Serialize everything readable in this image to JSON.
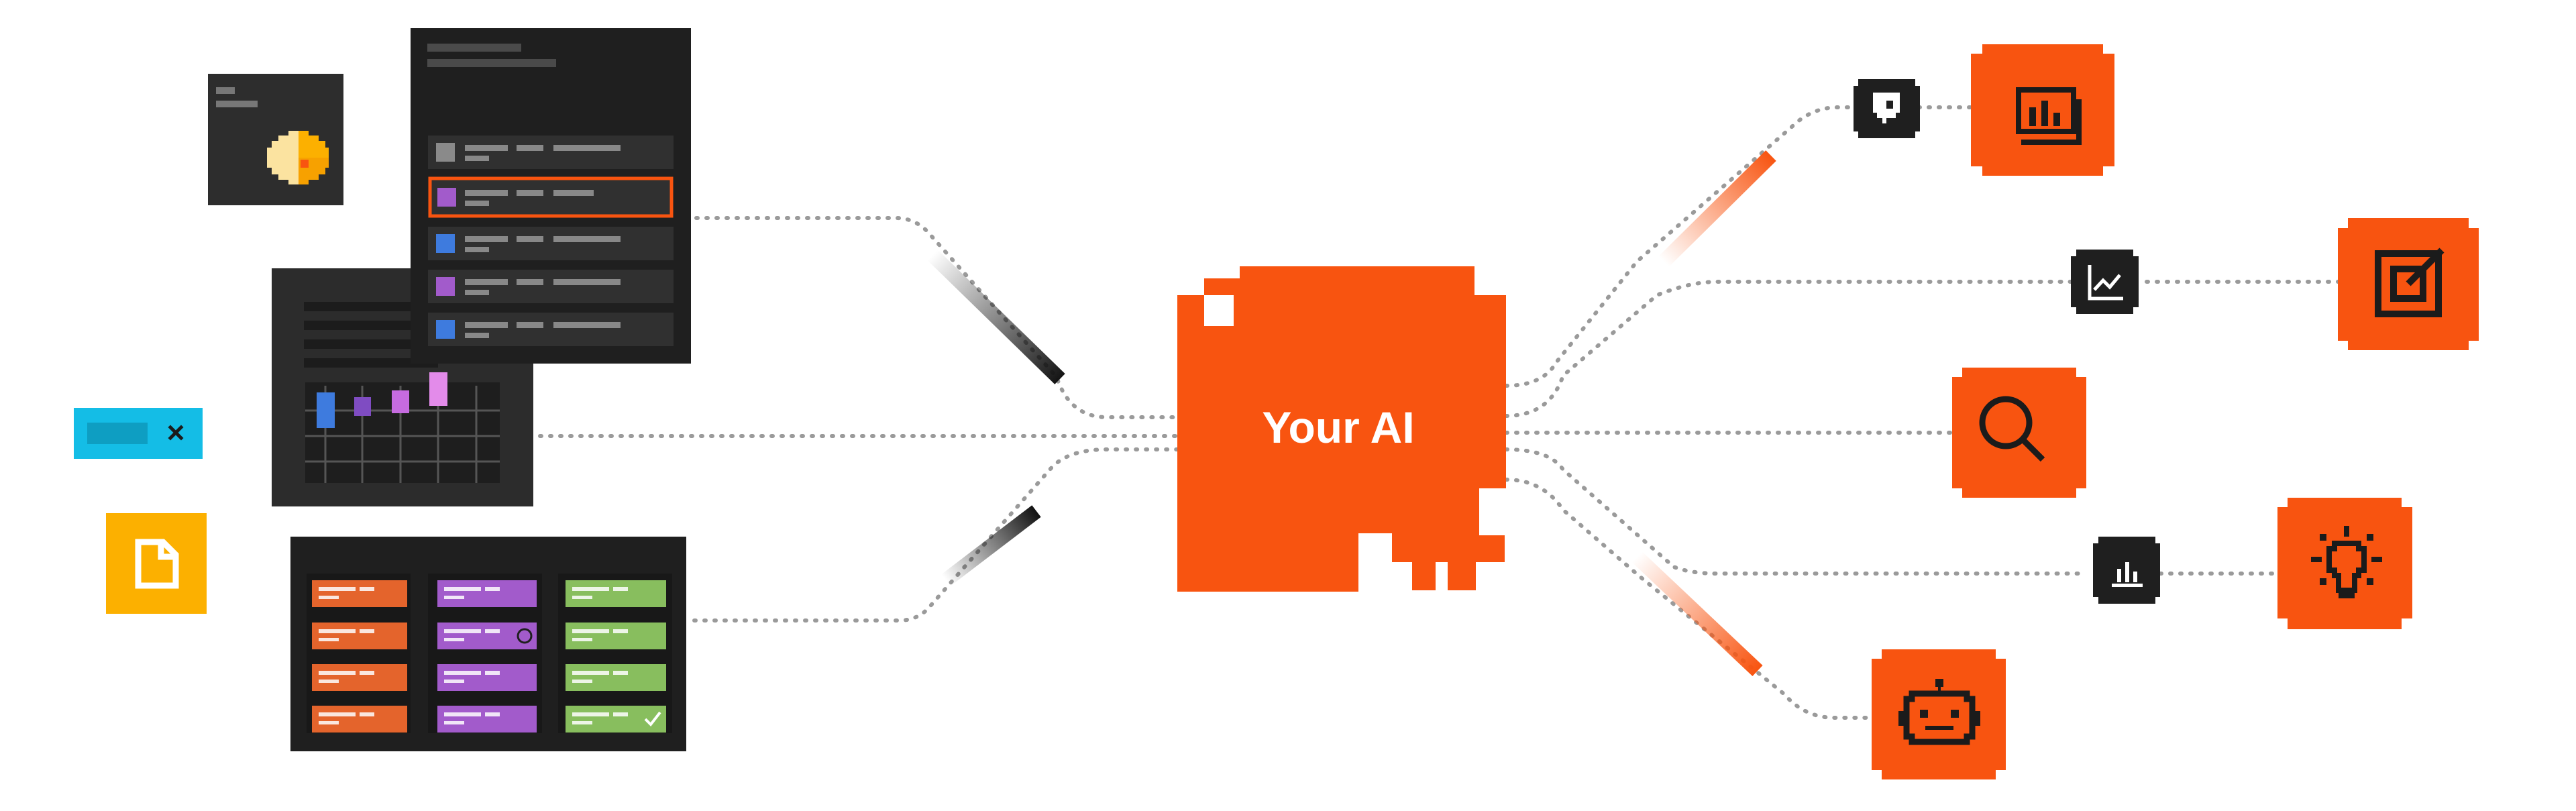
{
  "center": {
    "label": "Your AI"
  },
  "colors": {
    "brand_orange": "#F85410",
    "dark_panel": "#1F1F1F",
    "panel_row": "#303030",
    "cyan": "#14BDE6",
    "yellow": "#FCB000",
    "purple": "#A25BCB",
    "blue": "#3E7BDE",
    "green": "#88BE5E",
    "connector_gray": "#9A9A9A"
  },
  "inputs": [
    {
      "name": "pie-chart-widget",
      "icon": "pie-chart-icon"
    },
    {
      "name": "data-list-panel",
      "icon": "list-panel-icon"
    },
    {
      "name": "candlestick-chart-panel",
      "icon": "candlestick-chart-icon"
    },
    {
      "name": "kanban-board-panel",
      "icon": "kanban-board-icon"
    },
    {
      "name": "tag-chip",
      "icon": "close-icon"
    },
    {
      "name": "document-tile",
      "icon": "document-icon"
    }
  ],
  "outputs": [
    {
      "name": "report-output",
      "icon": "bar-report-icon",
      "connector_icon": "shield-icon"
    },
    {
      "name": "target-output",
      "icon": "target-icon",
      "connector_icon": "line-chart-icon"
    },
    {
      "name": "search-output",
      "icon": "search-icon"
    },
    {
      "name": "insight-output",
      "icon": "lightbulb-icon",
      "connector_icon": "bar-chart-icon"
    },
    {
      "name": "bot-output",
      "icon": "robot-icon"
    }
  ]
}
